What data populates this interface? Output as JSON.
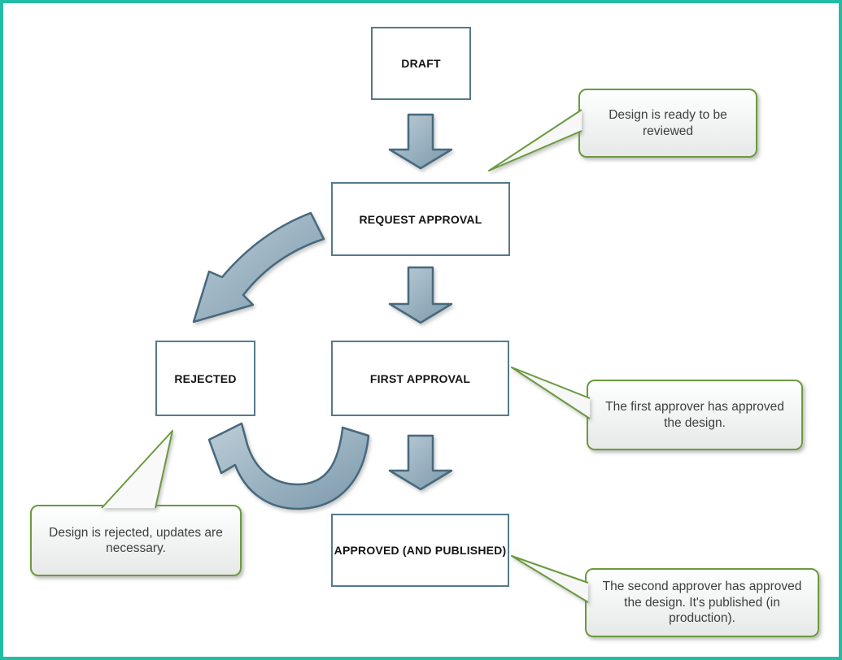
{
  "nodes": [
    {
      "label": "DRAFT"
    },
    {
      "label": "REQUEST APPROVAL"
    },
    {
      "label": "REJECTED"
    },
    {
      "label": "FIRST APPROVAL"
    },
    {
      "label": "APPROVED (AND PUBLISHED)"
    }
  ],
  "callouts": [
    {
      "lines": [
        "Design is ready to be",
        "reviewed"
      ]
    },
    {
      "lines": [
        "The first approver has approved",
        "the design."
      ]
    },
    {
      "lines": [
        "Design is rejected, updates are",
        "necessary."
      ]
    },
    {
      "lines": [
        "The second approver has approved",
        "the design. It's published (in",
        "production)."
      ]
    }
  ],
  "colors": {
    "canvas_border": "#23bca4",
    "callout_border": "#6b9a3d",
    "node_border": "#56798b",
    "arrow_border": "#46697e",
    "arrow_fill_light": "#bccdd8",
    "arrow_fill_dark": "#7b99ab",
    "callout_text": "#3e3e3e",
    "node_text": "#151515"
  }
}
